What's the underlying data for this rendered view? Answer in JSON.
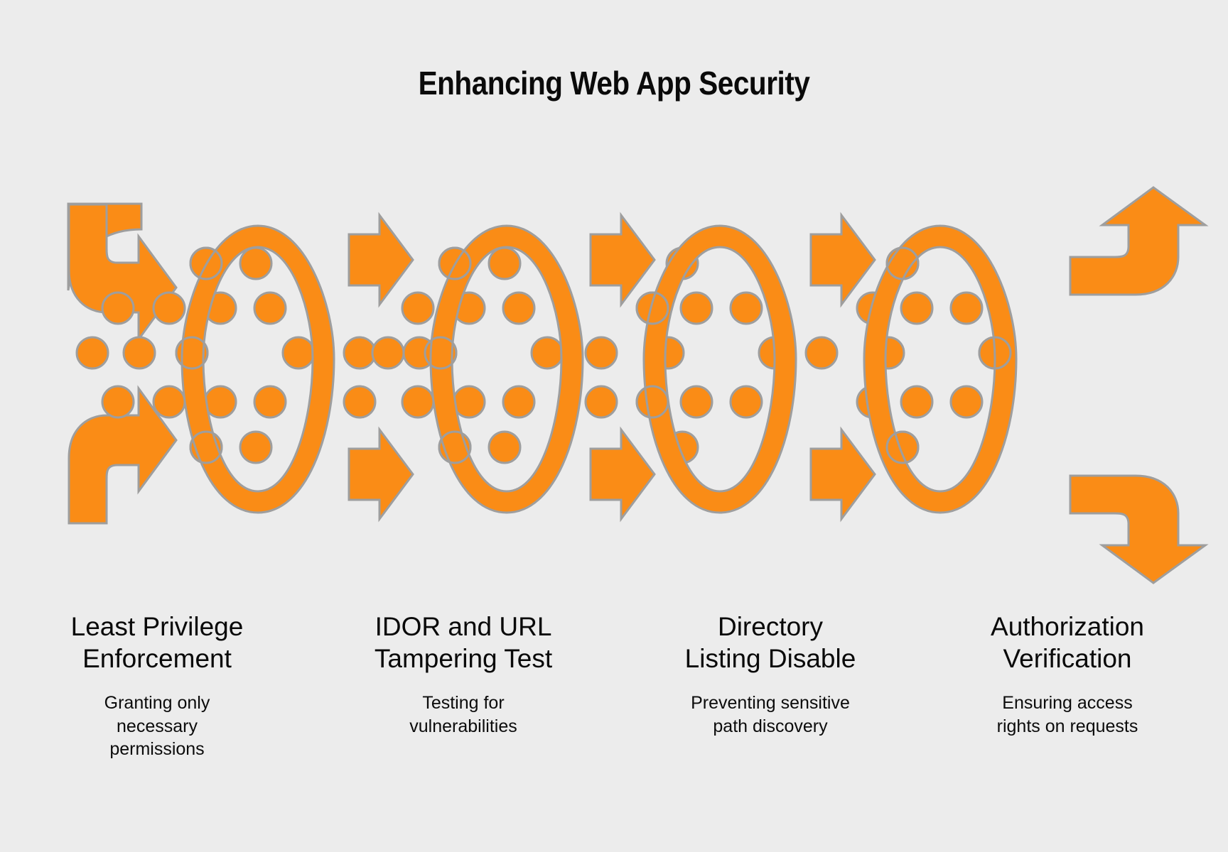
{
  "title": "Enhancing Web App Security",
  "colors": {
    "background": "#ececec",
    "accent_orange": "#fa8c16",
    "shape_stroke": "#9e9e9e",
    "text": "#0a0a0a"
  },
  "diagram": {
    "type": "process-flow",
    "stage_count": 4,
    "icon_name": "ring-with-dots-filter",
    "inbound_arrows": [
      "curved-arrow-down-right",
      "curved-arrow-up-right"
    ],
    "outbound_arrows": [
      "curved-arrow-up-right",
      "curved-arrow-down-right"
    ],
    "connector_arrows": [
      "straight-arrow-right",
      "straight-arrow-right"
    ]
  },
  "stages": [
    {
      "id": "least-privilege-enforcement",
      "heading": "Least Privilege\nEnforcement",
      "subtext": "Granting only\nnecessary\npermissions"
    },
    {
      "id": "idor-and-url-tampering-test",
      "heading": "IDOR and URL\nTampering Test",
      "subtext": "Testing for\nvulnerabilities"
    },
    {
      "id": "directory-listing-disable",
      "heading": "Directory\nListing Disable",
      "subtext": "Preventing sensitive\npath discovery"
    },
    {
      "id": "authorization-verification",
      "heading": "Authorization\nVerification",
      "subtext": "Ensuring access\nrights on requests"
    }
  ]
}
